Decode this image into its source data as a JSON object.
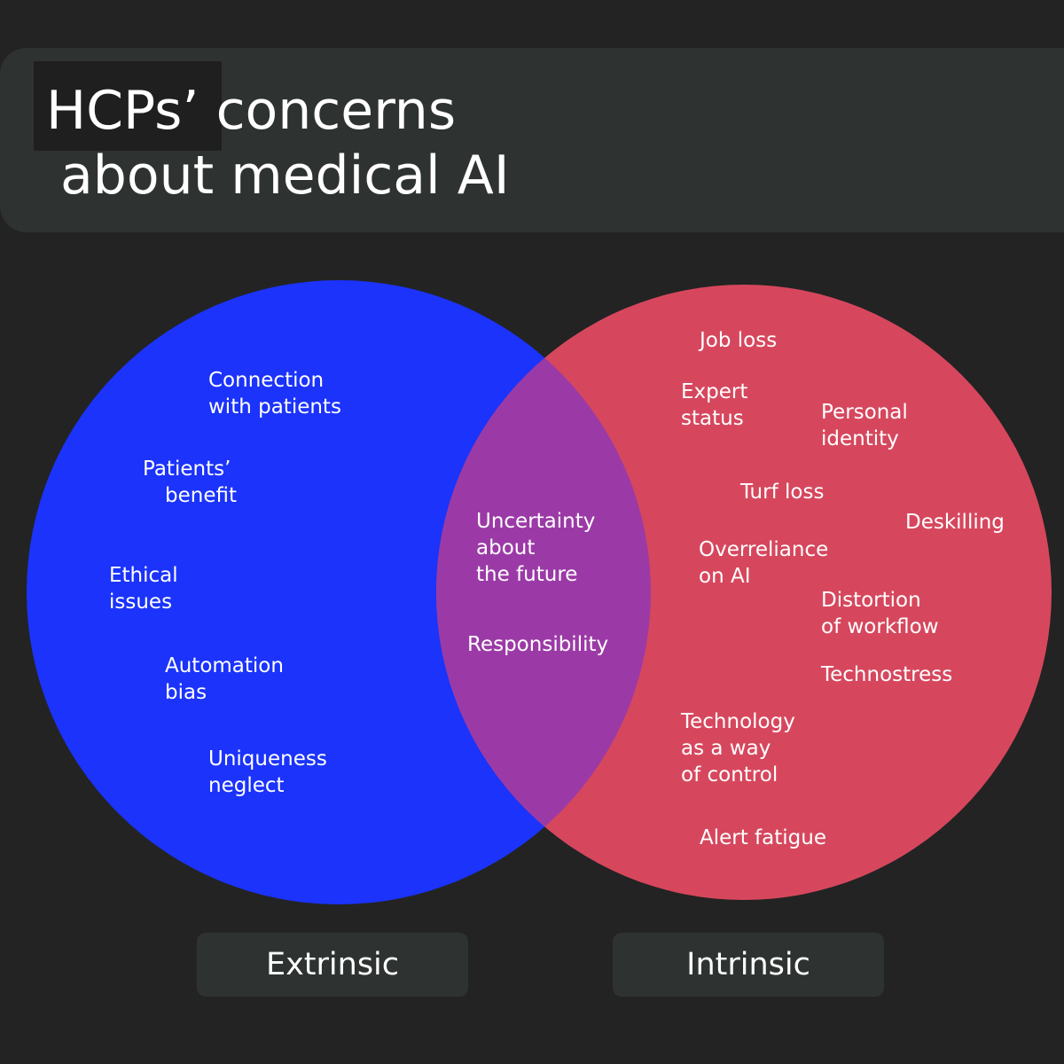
{
  "title": {
    "line1_highlight": "HCPs’",
    "line1_rest": "concerns",
    "line2": "about medical AI"
  },
  "colors": {
    "background": "#232323",
    "panel": "#2e3331",
    "extrinsic_circle": "#1b33fb",
    "intrinsic_circle": "#d6475d",
    "overlap": "#9b3aa6"
  },
  "extrinsic": {
    "category": "Extrinsic",
    "items": [
      [
        "Connection",
        "with patients"
      ],
      [
        "Patients’",
        "benefit"
      ],
      [
        "Ethical",
        "issues"
      ],
      [
        "Automation",
        "bias"
      ],
      [
        "Uniqueness",
        "neglect"
      ]
    ]
  },
  "overlap": {
    "items": [
      [
        "Uncertainty",
        "about",
        "the future"
      ],
      [
        "Responsibility"
      ]
    ]
  },
  "intrinsic": {
    "category": "Intrinsic",
    "items": [
      [
        "Job loss"
      ],
      [
        "Expert",
        "status"
      ],
      [
        "Personal",
        "identity"
      ],
      [
        "Turf loss"
      ],
      [
        "Deskilling"
      ],
      [
        "Overreliance",
        "on AI"
      ],
      [
        "Distortion",
        "of workflow"
      ],
      [
        "Technostress"
      ],
      [
        "Technology",
        "as a way",
        "of control"
      ],
      [
        "Alert fatigue"
      ]
    ]
  }
}
